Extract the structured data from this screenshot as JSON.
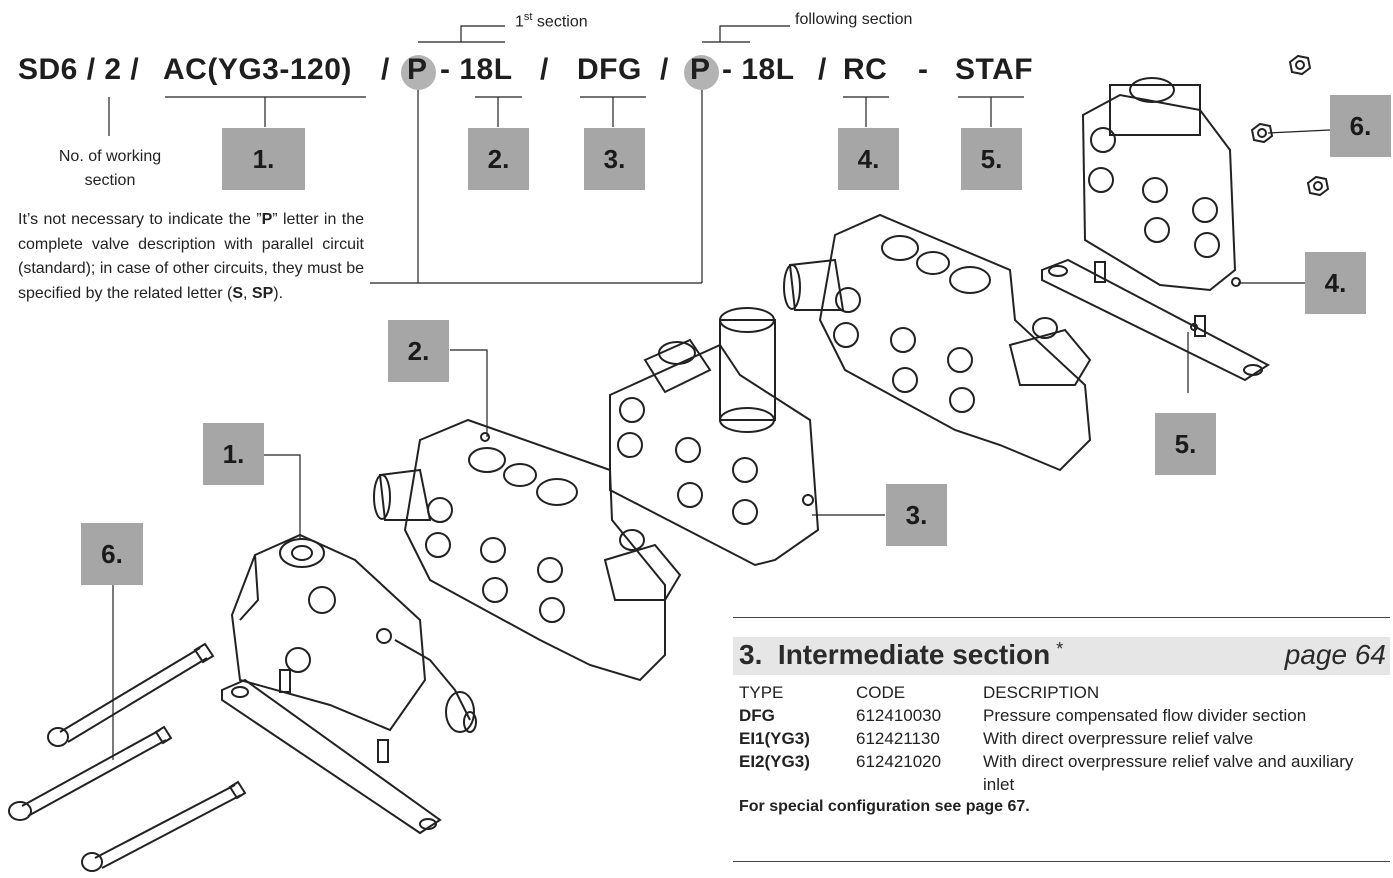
{
  "code_string": {
    "parts": [
      "SD6 / 2 /",
      "AC(YG3-120)",
      "/",
      "P",
      "- 18L",
      "/",
      "DFG",
      "/",
      "P",
      "- 18L",
      "/",
      "RC",
      "-",
      "STAF"
    ]
  },
  "top_labels": {
    "first_section_sup": "st",
    "first_section_prefix": "1",
    "first_section_suffix": " section",
    "following_section": "following section"
  },
  "working_label": [
    "No. of working",
    "section"
  ],
  "callouts": {
    "c1": "1.",
    "c2": "2.",
    "c3": "3.",
    "c4": "4.",
    "c5": "5."
  },
  "diagram_callouts": {
    "d1": "1.",
    "d2": "2.",
    "d3": "3.",
    "d4": "4.",
    "d5": "5.",
    "d6a": "6.",
    "d6b": "6."
  },
  "note": {
    "text_1": "It’s not necessary to indicate the ”",
    "bold_p": "P",
    "text_2": "” letter in the complete valve description with parallel circuit (standard); in case of other circuits, they must be specified by the related letter (",
    "bold_s": "S",
    "text_3": ", ",
    "bold_sp": "SP",
    "text_4": ")."
  },
  "section": {
    "number": "3.",
    "title": "Intermediate section",
    "star": "*",
    "page": "page 64",
    "headers": [
      "TYPE",
      "CODE",
      "DESCRIPTION"
    ],
    "rows": [
      {
        "type": "DFG",
        "code": "612410030",
        "desc": "Pressure compensated flow divider section"
      },
      {
        "type": "EI1(YG3)",
        "code": "612421130",
        "desc": "With direct overpressure relief valve"
      },
      {
        "type": "EI2(YG3)",
        "code": "612421020",
        "desc": "With direct overpressure relief valve and auxiliary inlet"
      }
    ],
    "footnote": "For special configuration see page 67."
  },
  "icons": {
    "inlet_section": "inlet-section-illustration",
    "working_section": "working-section-illustration",
    "flow_divider": "flow-divider-illustration",
    "outlet_section": "outlet-section-illustration",
    "tie_rods": "tie-rod-illustration",
    "nuts": "nut-illustration",
    "plate": "mounting-plate-illustration"
  },
  "colors": {
    "callout_box": "#a6a6a6",
    "p_circle": "#b3b3b3",
    "section_band": "#e6e6e6"
  }
}
